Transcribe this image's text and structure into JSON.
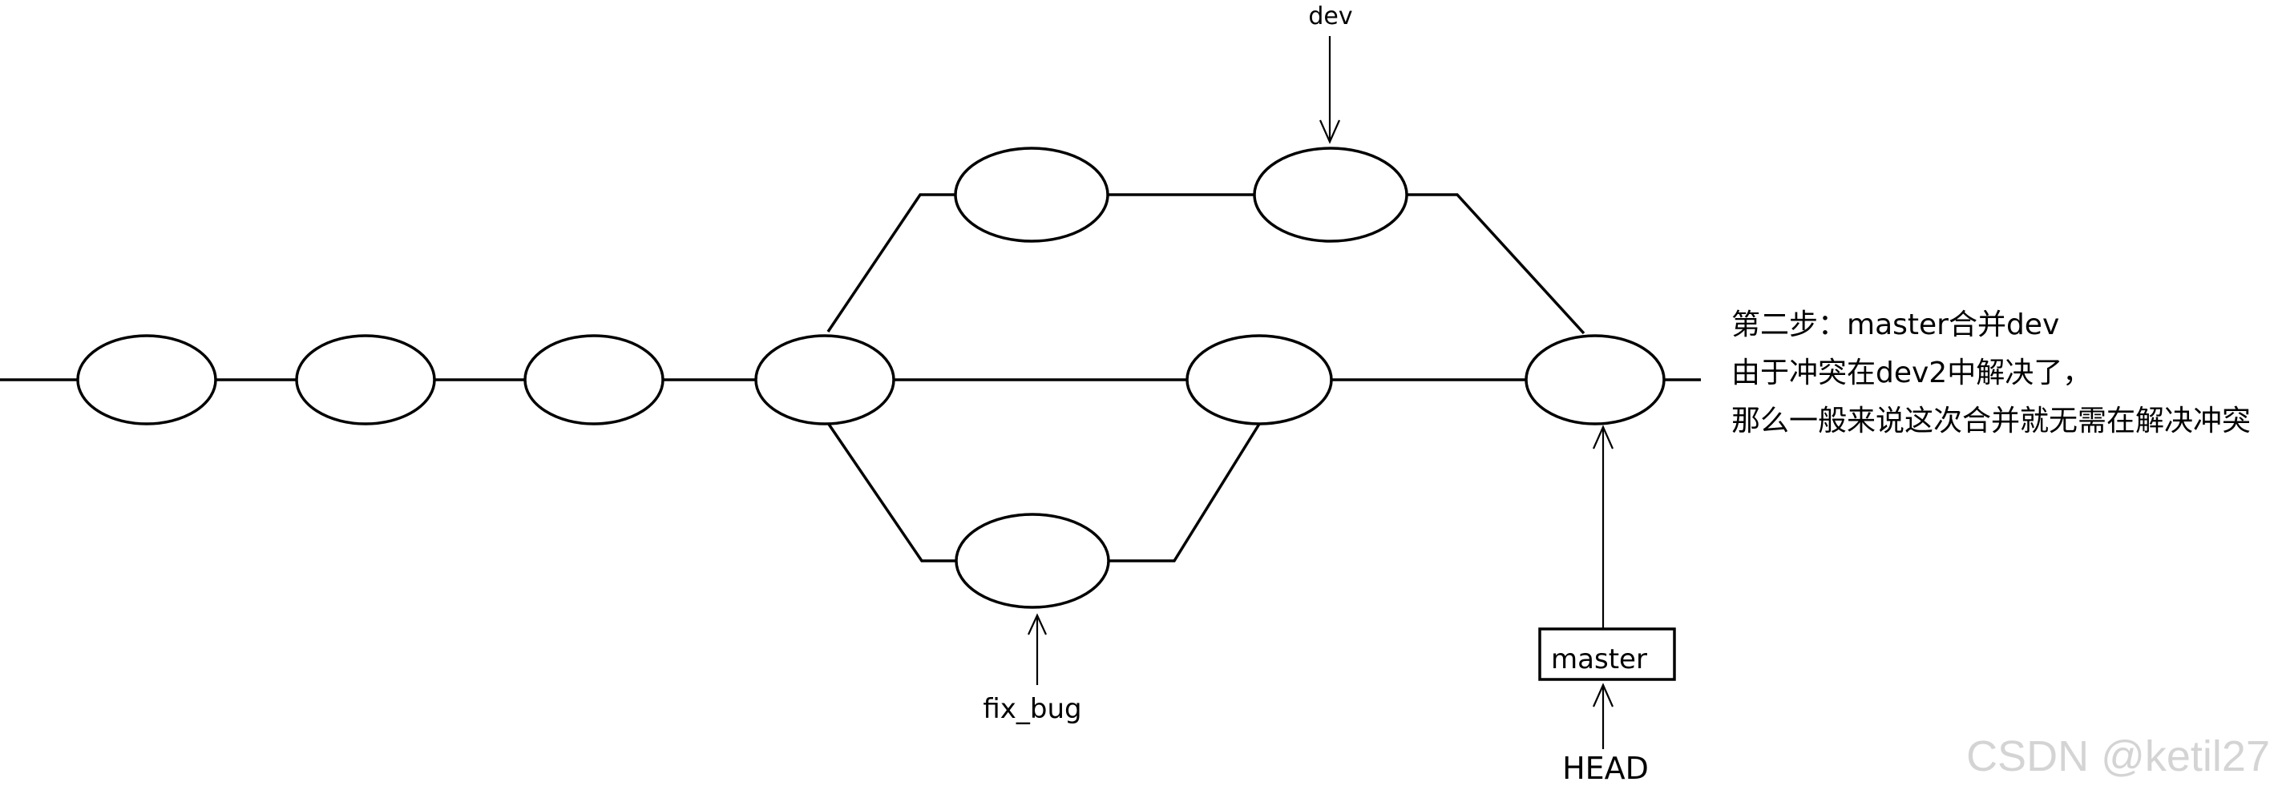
{
  "labels": {
    "dev": "dev",
    "fix_bug": "fix_bug",
    "master": "master",
    "head": "HEAD"
  },
  "note": {
    "line1": "第二步：master合并dev",
    "line2": "由于冲突在dev2中解决了，",
    "line3": "那么一般来说这次合并就无需在解决冲突"
  },
  "watermark": "CSDN @ketil27"
}
